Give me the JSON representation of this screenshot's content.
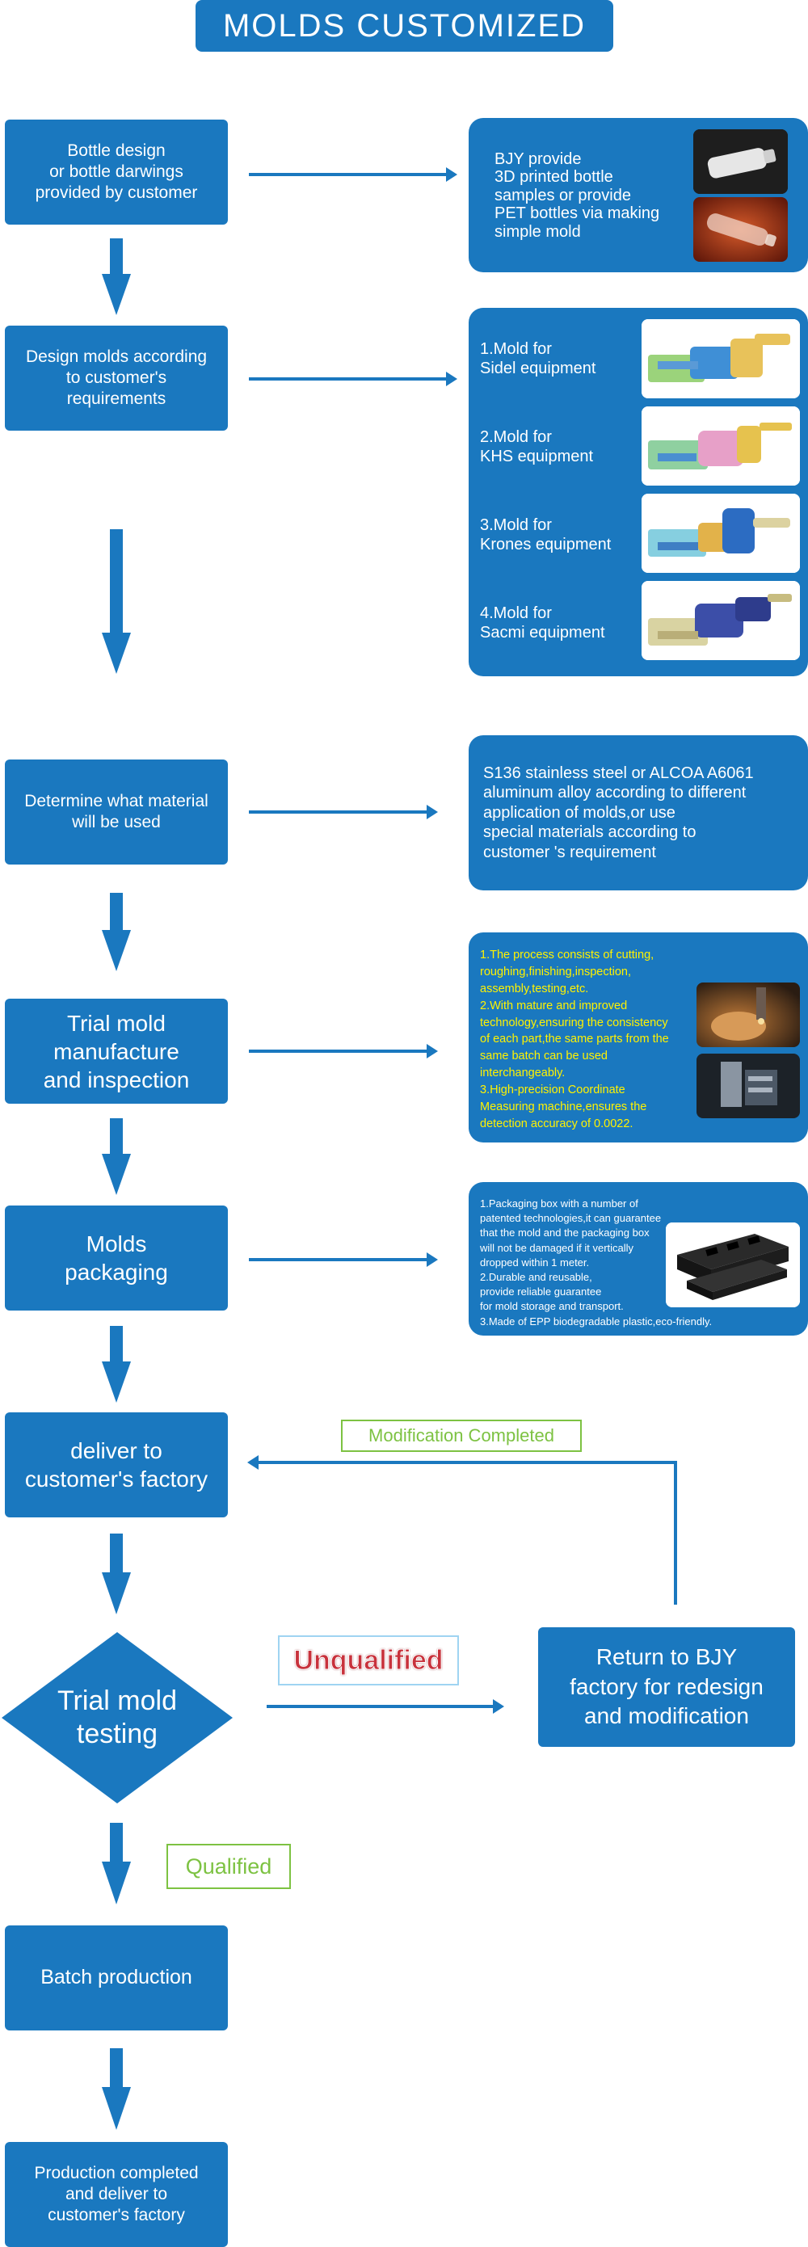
{
  "title": "MOLDS CUSTOMIZED",
  "steps": [
    "Bottle design\nor bottle darwings\nprovided by customer",
    "Design molds according\nto customer's\nrequirements",
    "Determine what material\nwill be used",
    "Trial mold\nmanufacture\nand inspection",
    "Molds\npackaging",
    "deliver to\ncustomer's factory",
    "Trial mold\ntesting",
    "Batch production",
    "Production completed\nand deliver to\ncustomer's factory"
  ],
  "panels": {
    "bottle": "BJY provide\n3D printed bottle\nsamples  or provide\nPET bottles via making\nsimple mold",
    "molds": [
      "1.Mold for\nSidel equipment",
      "2.Mold for\nKHS equipment",
      "3.Mold for\nKrones equipment",
      "4.Mold for\nSacmi equipment"
    ],
    "material": "S136 stainless steel or ALCOA  A6061\naluminum alloy according to different\napplication of molds,or use\nspecial materials according to\ncustomer 's requirement",
    "process": "1.The process consists of cutting,\nroughing,finishing,inspection,\nassembly,testing,etc.\n2.With mature and improved\ntechnology,ensuring the consistency\nof each part,the same parts from the\nsame batch can be used\ninterchangeably.\n3.High-precision Coordinate\nMeasuring machine,ensures the\ndetection accuracy of 0.0022.",
    "packaging": "1.Packaging box with a number of\npatented technologies,it can guarantee\nthat the mold and the packaging box\nwill not be damaged if it vertically\ndropped within 1 meter.\n2.Durable and reusable,\nprovide reliable guarantee\nfor mold storage and transport.\n3.Made of EPP biodegradable plastic,eco-friendly."
  },
  "return_box": "Return to BJY\nfactory for redesign\nand modification",
  "labels": {
    "modification": "Modification Completed",
    "unqualified": "Unqualified",
    "qualified": "Qualified"
  },
  "colors": {
    "primary": "#1a78bf",
    "highlight": "#fff200",
    "label_green": "#7dc242",
    "unqualified_red": "#c8323c"
  }
}
